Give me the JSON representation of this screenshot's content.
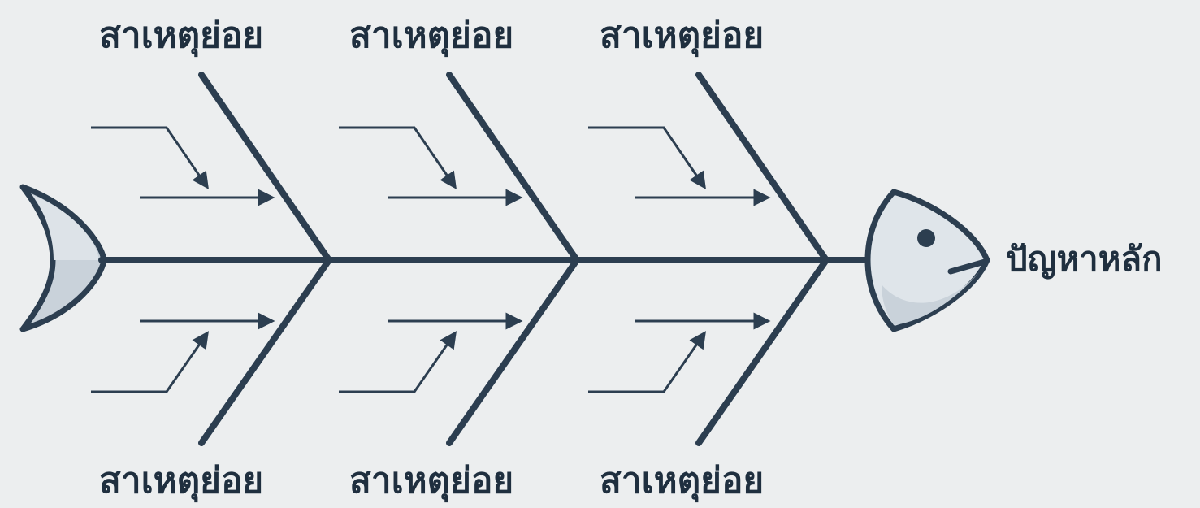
{
  "diagram": {
    "effect": "ปัญหาหลัก",
    "top_causes": [
      "สาเหตุย่อย",
      "สาเหตุย่อย",
      "สาเหตุย่อย"
    ],
    "bottom_causes": [
      "สาเหตุย่อย",
      "สาเหตุย่อย",
      "สาเหตุย่อย"
    ],
    "colors": {
      "line": "#2c3e50",
      "fin_fill": "#c9d2da",
      "head_fill": "#dfe5ea",
      "background": "#eceeef"
    }
  }
}
